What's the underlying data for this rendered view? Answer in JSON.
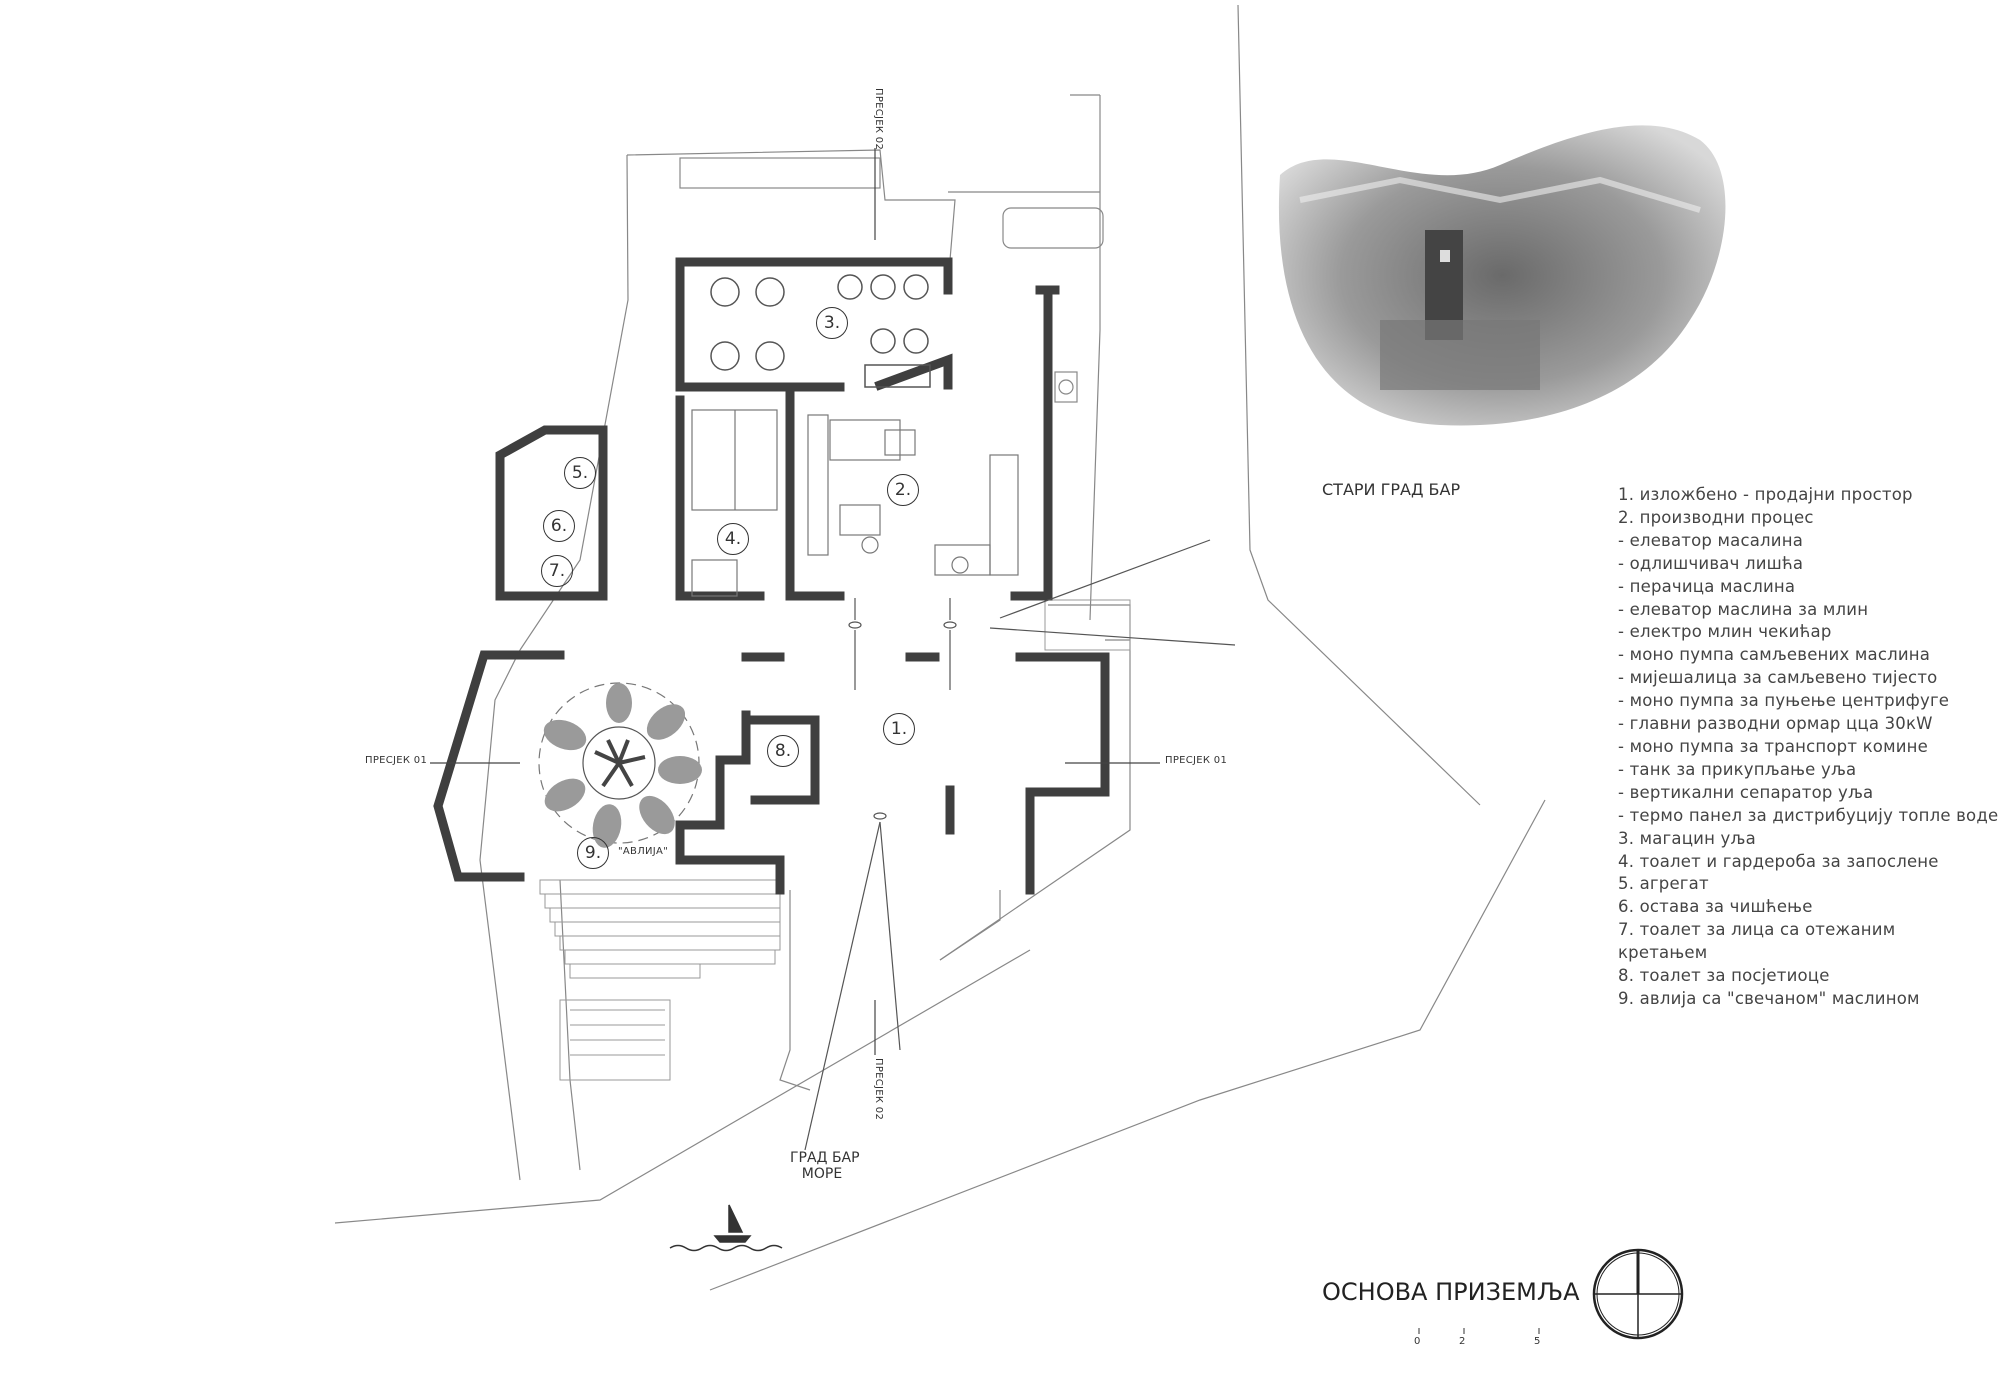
{
  "title": "ОСНОВА ПРИЗЕМЉА",
  "scale_bar": [
    "0",
    "2",
    "5"
  ],
  "photo_caption": "СТАРИ ГРАД БАР",
  "direction_label": [
    "ГРАД БАР",
    "МОРЕ"
  ],
  "section_labels": {
    "s01_left": "ПРЕСЈЕК 01",
    "s01_right": "ПРЕСЈЕК 01",
    "s02_top": "ПРЕСЈЕК 02",
    "s02_bottom": "ПРЕСЈЕК 02"
  },
  "rooms": {
    "r1": "1.",
    "r2": "2.",
    "r3": "3.",
    "r4": "4.",
    "r5": "5.",
    "r6": "6.",
    "r7": "7.",
    "r8": "8.",
    "r9": "9."
  },
  "courtyard_label": "\"АВЛИЈА\"",
  "legend": [
    "1. изложбено - продајни простор",
    "2. производни процес",
    "- елеватор масалина",
    "- одлишчивач лишћа",
    "- перачица маслина",
    "- елеватор маслина за млин",
    "- електро млин чекићар",
    "- моно пумпа самљевених маслина",
    "- мијешалица за самљевено тијесто",
    "- моно пумпа за пуњење центрифуге",
    "- главни разводни ормар цца 30кW",
    "- моно пумпа за транспорт комине",
    "- танк за прикупљање уља",
    "- вертикални сепаратор уља",
    "- термо панел за дистрибуцију топле воде",
    "3. магацин уља",
    "4. тоалет и гардероба за запослене",
    "5. агрегат",
    "6. остава за чишћење",
    "7. тоалет за лица са отежаним",
    "кретањем",
    "8. тоалет за посјетиоце",
    "9. авлија са \"свечаном\" маслином"
  ],
  "colors": {
    "wall": "#3f3f3f",
    "line": "#777777",
    "foliage": "#9a9a9a"
  }
}
